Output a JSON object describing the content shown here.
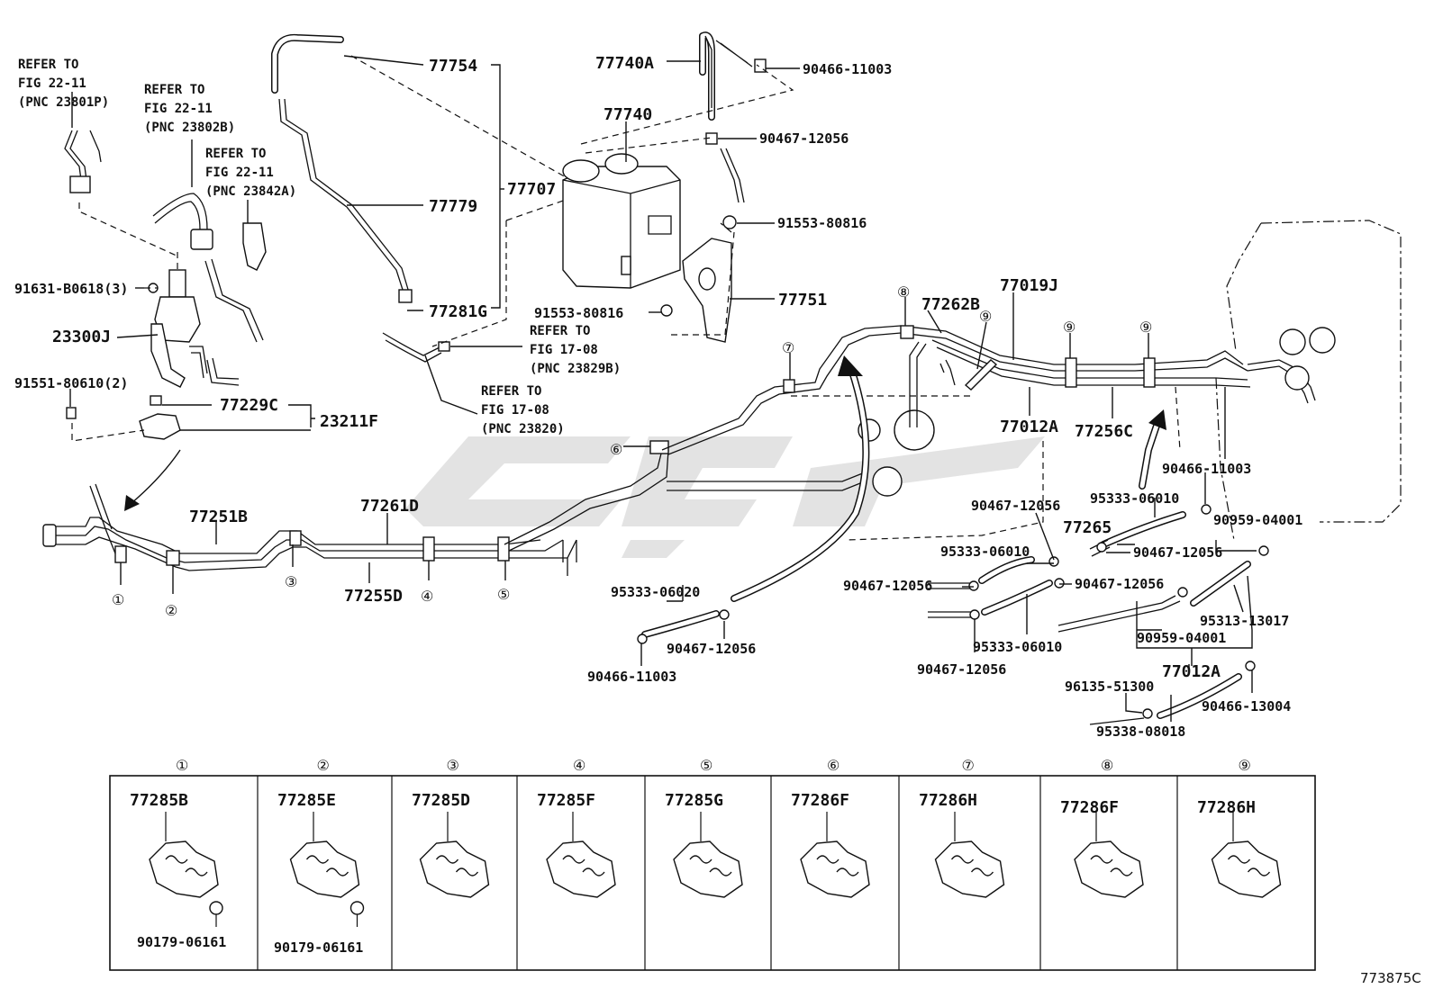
{
  "labels": {
    "p77754": "77754",
    "p77740A": "77740A",
    "p90466_11003_top": "90466-11003",
    "p77740": "77740",
    "p90467_12056_top": "90467-12056",
    "p77707": "77707",
    "p77779": "77779",
    "p91553_80816_a": "91553-80816",
    "p91553_80816_b": "91553-80816",
    "p77751": "77751",
    "p77281G": "77281G",
    "p91631": "91631-B0618(3)",
    "p23300J": "23300J",
    "p91551": "91551-80610(2)",
    "p77229C": "77229C",
    "p23211F": "23211F",
    "p77262B": "77262B",
    "p77019J": "77019J",
    "p77012A_a": "77012A",
    "p77256C": "77256C",
    "p77251B": "77251B",
    "p77261D": "77261D",
    "p77255D": "77255D",
    "p90466_11003_r": "90466-11003",
    "p90467_12056_a": "90467-12056",
    "p95333_06010_a": "95333-06010",
    "p90959_04001_a": "90959-04001",
    "p77265": "77265",
    "p95333_06010_b": "95333-06010",
    "p90467_12056_b": "90467-12056",
    "p90467_12056_c": "90467-12056",
    "p90467_12056_d": "90467-12056",
    "p95313_13017": "95313-13017",
    "p95333_06020": "95333-06020",
    "p90467_12056_e": "90467-12056",
    "p90466_11003_b": "90466-11003",
    "p95333_06010_c": "95333-06010",
    "p90467_12056_f": "90467-12056",
    "p90959_04001_b": "90959-04001",
    "p77012A_b": "77012A",
    "p96135_51300": "96135-51300",
    "p90466_13004": "90466-13004",
    "p95338_08018": "95338-08018",
    "figure_code": "773875C"
  },
  "refs": {
    "r1": [
      "REFER TO",
      "FIG 22-11",
      "(PNC 23801P)"
    ],
    "r2": [
      "REFER TO",
      "FIG 22-11",
      "(PNC 23802B)"
    ],
    "r3": [
      "REFER TO",
      "FIG 22-11",
      "(PNC 23842A)"
    ],
    "r4": [
      "REFER TO",
      "FIG 17-08",
      "(PNC 23829B)"
    ],
    "r5": [
      "REFER TO",
      "FIG 17-08",
      "(PNC 23820)"
    ]
  },
  "callouts": [
    "①",
    "②",
    "③",
    "④",
    "⑤",
    "⑥",
    "⑦",
    "⑧",
    "⑨"
  ],
  "legend": [
    {
      "num": "①",
      "part": "77285B",
      "extra": "90179-06161"
    },
    {
      "num": "②",
      "part": "77285E",
      "extra": "90179-06161"
    },
    {
      "num": "③",
      "part": "77285D",
      "extra": ""
    },
    {
      "num": "④",
      "part": "77285F",
      "extra": ""
    },
    {
      "num": "⑤",
      "part": "77285G",
      "extra": ""
    },
    {
      "num": "⑥",
      "part": "77286F",
      "extra": ""
    },
    {
      "num": "⑦",
      "part": "77286H",
      "extra": ""
    },
    {
      "num": "⑧",
      "part": "77286F",
      "extra": ""
    },
    {
      "num": "⑨",
      "part": "77286H",
      "extra": ""
    }
  ]
}
